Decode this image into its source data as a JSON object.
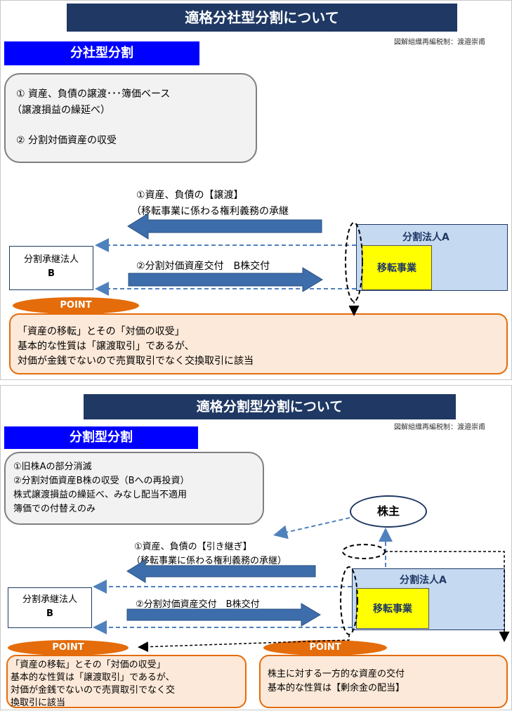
{
  "credit": "図解組織再編税制：渡邉崇甫",
  "panel1": {
    "title": "適格分社型分割について",
    "section": "分社型分割",
    "box_lines": [
      "①  資産、負債の譲渡･･･簿価ベース",
      "（譲渡損益の繰延べ）",
      "②  分割対価資産の収受"
    ],
    "arrow1_line1": "①資産、負債の【譲渡】",
    "arrow1_line2": "（移転事業に係わる権利義務の承継",
    "arrow2_label": "②分割対価資産交付　B株交付",
    "successor_line1": "分割承継法人",
    "successor_line2": "B",
    "corp_a": "分割法人A",
    "transfer": "移転事業",
    "point": "POINT",
    "point_lines": [
      "「資産の移転」とその「対価の収受」",
      "基本的な性質は「譲渡取引」であるが、",
      "対価が金銭でないので売買取引でなく交換取引に該当"
    ]
  },
  "panel2": {
    "title": "適格分割型分割について",
    "section": "分割型分割",
    "box_lines": [
      "①旧株Aの部分消滅",
      "②分割対価資産B株の収受（Bへの再投資）",
      "株式譲渡損益の繰延べ、みなし配当不適用",
      "簿価での付替えのみ"
    ],
    "shareholder": "株主",
    "arrow1_line1": "①資産、負債の【引き継ぎ】",
    "arrow1_line2": "（移転事業に係わる権利義務の承継）",
    "arrow2_label": "②分割対価資産交付　B株交付",
    "successor_line1": "分割承継法人",
    "successor_line2": "B",
    "corp_a": "分割法人A",
    "transfer": "移転事業",
    "point_left": "POINT",
    "point_right": "POINT",
    "left_lines": [
      "「資産の移転」とその「対価の収受」",
      "基本的な性質は「譲渡取引」であるが、",
      "対価が金銭でないので売買取引でなく交",
      "換取引に該当"
    ],
    "right_lines": [
      "株主に対する一方的な資産の交付",
      "基本的な性質は【剰余金の配当】"
    ]
  }
}
